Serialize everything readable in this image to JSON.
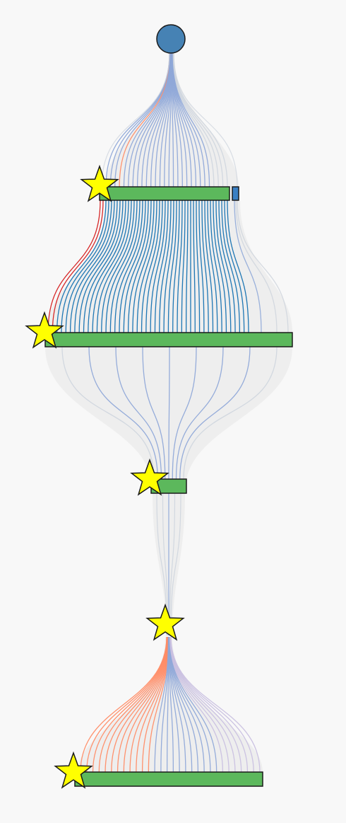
{
  "diagram": {
    "type": "hierarchical-flow",
    "background": "#f8f8f8",
    "colors": {
      "node_fill": "#5cb85c",
      "node_stroke": "#1a1a1a",
      "root_fill": "#4682b4",
      "small_node_fill": "#3a7fc4",
      "star_fill": "#ffff00",
      "edge_light_blue": "#8fa8d8",
      "edge_blue": "#1f77b4",
      "edge_orange": "#ff8c66",
      "edge_red": "#d62728",
      "edge_gray": "#d0d6de",
      "band_gray": "#e6e6e6",
      "edge_lavender": "#c9c0e0"
    },
    "root": {
      "name": "root-node",
      "shape": "circle"
    },
    "levels": [
      {
        "name": "level-1",
        "bar_count": 2,
        "starred": true
      },
      {
        "name": "level-2",
        "bar_count": 1,
        "starred": true
      },
      {
        "name": "level-3",
        "bar_count": 1,
        "starred": true
      },
      {
        "name": "level-4",
        "bar_count": 0,
        "starred": true
      },
      {
        "name": "level-5",
        "bar_count": 1,
        "starred": true
      }
    ],
    "flows": [
      {
        "name": "root-to-level-1",
        "edge_count": 28,
        "highlight": "orange",
        "highlight_count": 1
      },
      {
        "name": "level-1-to-level-2",
        "edge_count": 46,
        "highlight": "red",
        "highlight_count": 2
      },
      {
        "name": "level-2-to-level-3",
        "edge_count": 9,
        "highlight": "none",
        "highlight_count": 0
      },
      {
        "name": "level-3-to-level-4",
        "edge_count": 5,
        "highlight": "none",
        "highlight_count": 0
      },
      {
        "name": "level-4-to-level-5",
        "edge_count": 30,
        "highlight": "orange",
        "highlight_count": 12
      }
    ]
  }
}
